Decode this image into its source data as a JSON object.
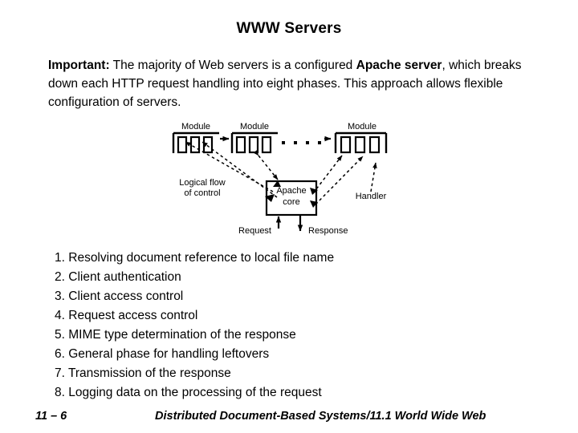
{
  "slide": {
    "title": "WWW Servers",
    "intro": {
      "lead": "Important:",
      "text_1": " The majority of Web servers is a configured ",
      "emphasis": "Apache server",
      "text_2": ", which breaks down each HTTP request handling into eight phases. This approach allows flexible configuration of servers."
    },
    "diagram": {
      "module_label_1": "Module",
      "module_label_2": "Module",
      "module_label_3": "Module",
      "ellipsis_dots": 4,
      "core_line_1": "Apache",
      "core_line_2": "core",
      "handler_label": "Handler",
      "flow_label_line_1": "Logical flow",
      "flow_label_line_2": "of control",
      "request_label": "Request",
      "response_label": "Response",
      "stroke_color": "#000000",
      "fill_color": "#ffffff"
    },
    "phases": [
      {
        "num": "1.",
        "text": "Resolving document reference to local file name"
      },
      {
        "num": "2.",
        "text": "Client authentication"
      },
      {
        "num": "3.",
        "text": "Client access control"
      },
      {
        "num": "4.",
        "text": "Request access control"
      },
      {
        "num": "5.",
        "text": "MIME type determination of the response"
      },
      {
        "num": "6.",
        "text": "General phase for handling leftovers"
      },
      {
        "num": "7.",
        "text": "Transmission of the response"
      },
      {
        "num": "8.",
        "text": "Logging data on the processing of the request"
      }
    ],
    "footer": {
      "page": "11 – 6",
      "title": "Distributed Document-Based Systems/11.1 World Wide Web"
    }
  }
}
